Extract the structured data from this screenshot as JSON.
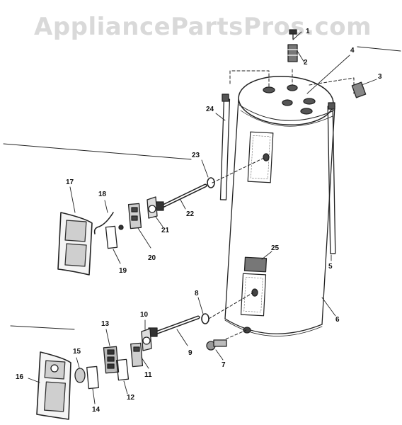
{
  "watermark": "AppliancePartsPros.com",
  "callouts": {
    "p1": "1",
    "p2": "2",
    "p3": "3",
    "p4": "4",
    "p5": "5",
    "p6": "6",
    "p7": "7",
    "p8": "8",
    "p9": "9",
    "p10": "10",
    "p11": "11",
    "p12": "12",
    "p13": "13",
    "p14": "14",
    "p15": "15",
    "p16": "16",
    "p17": "17",
    "p18": "18",
    "p19": "19",
    "p20": "20",
    "p21": "21",
    "p22": "22",
    "p23": "23",
    "p24": "24",
    "p25": "25"
  }
}
